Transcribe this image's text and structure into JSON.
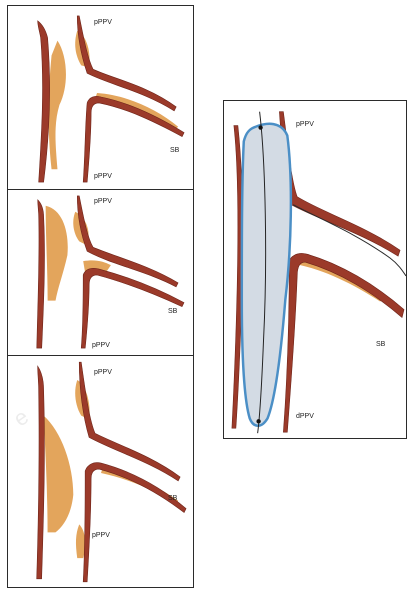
{
  "panels": [
    {
      "labels": {
        "upper": "pPPV",
        "lower": "pPPV",
        "branch": "SB"
      }
    },
    {
      "labels": {
        "upper": "pPPV",
        "lower": "pPPV",
        "branch": "SB"
      }
    },
    {
      "labels": {
        "upper": "pPPV",
        "lower": "pPPV",
        "branch": "SB"
      }
    }
  ],
  "detail_panel": {
    "labels": {
      "upper": "pPPV",
      "lower": "dPPV",
      "branch": "SB"
    }
  },
  "watermark": "e",
  "colors": {
    "wall": "#9b3a2a",
    "plaque": "#e3a55c",
    "balloon_fill": "#d3dbe4",
    "balloon_edge": "#4b8fc6"
  }
}
